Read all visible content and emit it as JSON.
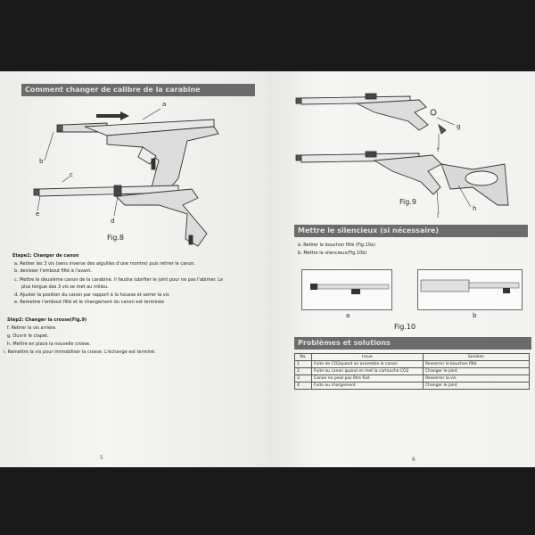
{
  "left": {
    "header": "Comment changer de calibre de la carabine",
    "figure_labels": {
      "a": "a",
      "b": "b",
      "c": "c",
      "d": "d",
      "e": "e"
    },
    "figure_caption": "Fig.8",
    "step1_title": "Etape1: Changer de canon",
    "step1_items": [
      "a. Retirer les 3 vis (sens inverse des aiguilles d'une montre) puis retirer le canon.",
      "b. devisser l'embout filté à l'avant.",
      "c. Mettre le deuxième canon de la carabine. Il faudra lubrifier le joint pour ne pas l'abimer. Le",
      "plus longue des 3 vis se met au milieu.",
      "d. Ajuster la position du canon par rapport à la housse et serrer la vis",
      "e. Remettre l'embout filté et le changement du canon est terminée"
    ],
    "step2_title": "Step2: Changer la crosse(Fig.9)",
    "step2_items": [
      "f. Retirer la vis arrière.",
      "g. Ouvrir le clapet.",
      "h. Mettre en place la nouvelle crosse.",
      "i. Remettre la vis pour immobiliser la crosse. L'échange est terminé."
    ],
    "page_number": "5"
  },
  "right": {
    "figure_labels": {
      "g": "g",
      "f": "f",
      "i": "i",
      "h": "h"
    },
    "figure9_caption": "Fig.9",
    "header_silencer": "Mettre le silencieux (si nécessaire)",
    "silencer_items": [
      "a. Retirer le bouchon filté (Fig.10a)",
      "b. Mettre le silencieux(Fig.10b)"
    ],
    "fig10_labels": {
      "a": "a",
      "b": "b"
    },
    "figure10_caption": "Fig.10",
    "header_problems": "Problèmes et solutions",
    "table": {
      "headers": [
        "No.",
        "Issue",
        "Solution"
      ],
      "rows": [
        [
          "1",
          "Fuite de CO2quand on assemble le canon",
          "Resserrer le bouchon filté"
        ],
        [
          "2",
          "Fuite au canon quand on met la cartouche CO2",
          "Changer le joint"
        ],
        [
          "3",
          "Canon ne peut pas être fixé",
          "Resserrer la vis"
        ],
        [
          "4",
          "Fuite au chargement",
          "Changer le joint"
        ]
      ]
    },
    "page_number": "6"
  },
  "colors": {
    "header_bg": "#6b6b6b",
    "page_bg": "#f4f4f2",
    "background": "#1a1a1a"
  }
}
